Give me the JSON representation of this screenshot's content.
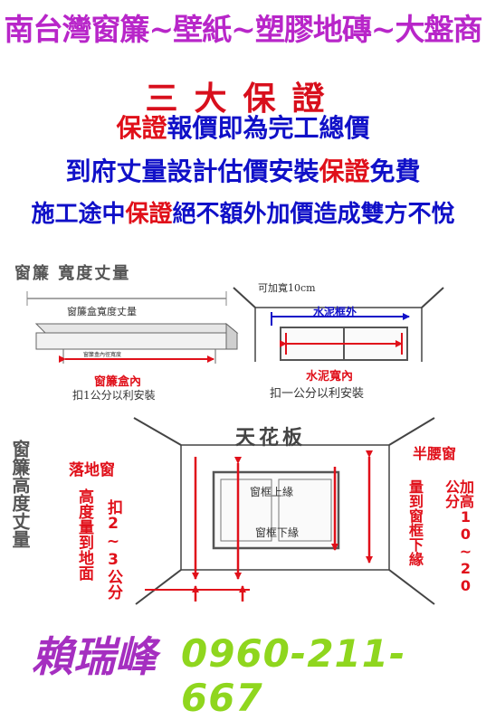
{
  "header": {
    "title": "南台灣窗簾~壁紙~塑膠地磚~大盤商",
    "subtitle": "三大保證"
  },
  "guarantees": [
    {
      "pre": "",
      "hl": "保證",
      "post": "報價即為完工總價"
    },
    {
      "pre": "到府丈量設計估價安裝",
      "hl": "保證",
      "post": "免費"
    },
    {
      "pre": "施工途中",
      "hl": "保證",
      "post": "絕不額外加價造成雙方不悅"
    }
  ],
  "width_section": {
    "heading": "窗簾 寬度丈量",
    "box_label": "窗簾盒寬度丈量",
    "box_inner_label": "窗簾盒內",
    "box_note": "扣1公分以利安裝",
    "box_caption": "窗簾盒內徑寬度",
    "wall_extra": "可加寬10cm",
    "wall_outside": "水泥框外",
    "wall_inside": "水泥寬內",
    "wall_note": "扣一公分以利安裝"
  },
  "height_section": {
    "heading": "窗簾高度丈量",
    "ceiling": "天花板",
    "floor_window": "落地窗",
    "floor_note": "高度量到地面",
    "floor_deduct": "扣2~3公分",
    "half_window": "半腰窗",
    "half_note": "量到窗框下緣",
    "half_add": "加高10~20公分",
    "frame_top": "窗框上緣",
    "frame_bottom": "窗框下緣"
  },
  "contact": {
    "name": "賴瑞峰",
    "phone": "0960-211-667"
  },
  "colors": {
    "title": "#b826c9",
    "red": "#e0101a",
    "blue": "#1010c8",
    "name": "#a52fc0",
    "phone": "#8fd61e"
  }
}
